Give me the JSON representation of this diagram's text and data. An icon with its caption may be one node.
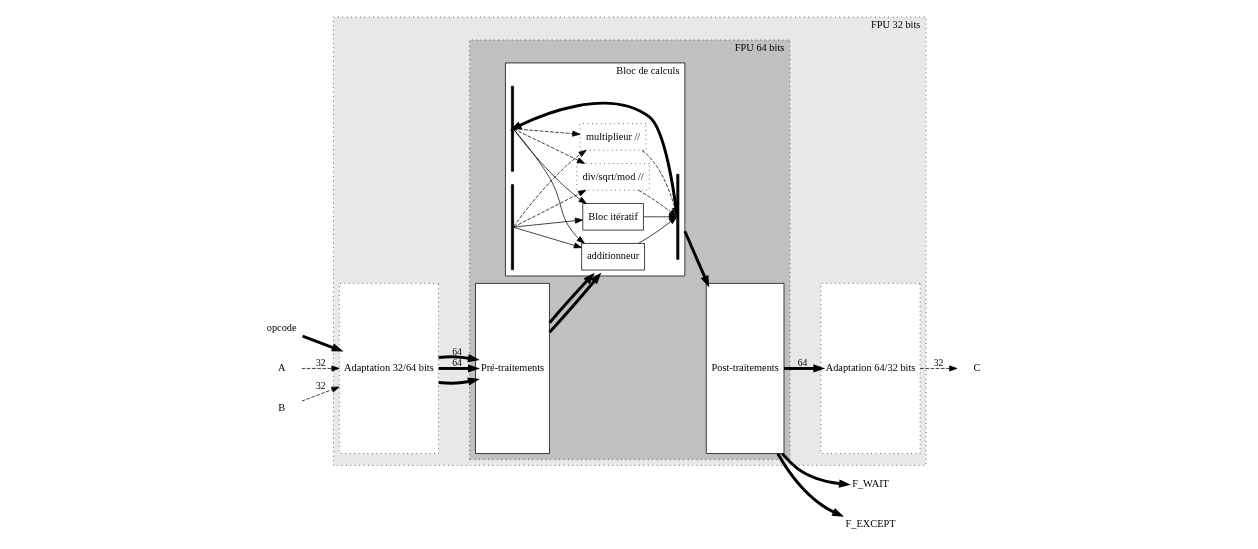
{
  "diagram": {
    "nodes": [
      {
        "text": [
          "FPU 32 bits"
        ]
      },
      {
        "text": [
          "FPU 64 bits"
        ],
        "in": 0
      },
      {
        "text": [
          "opcode"
        ]
      },
      {
        "text": [
          "A"
        ]
      },
      {
        "text": [
          "B"
        ]
      },
      {
        "text": [
          "Adaptation 32/64 bits"
        ],
        "in": 0
      },
      {
        "text": [
          "Pré-traitements"
        ],
        "in": 1
      },
      {
        "text": [
          "Bloc de calculs"
        ],
        "in": 1
      },
      {
        "text": [
          "additionneur"
        ],
        "in": 7
      },
      {
        "text": [
          "Bloc itératif"
        ],
        "in": 7
      },
      {
        "text": [
          "multiplieur //"
        ],
        "in": 7
      },
      {
        "text": [
          "div/sqrt/mod //"
        ],
        "in": 7
      },
      {
        "text": [
          "Post-traitements"
        ],
        "in": 1
      },
      {
        "text": [
          "Adaptation 64/32 bits"
        ],
        "in": 0
      },
      {
        "text": [
          "C"
        ]
      },
      {
        "text": [
          "F_WAIT"
        ]
      },
      {
        "text": [
          "F_EXCEPT"
        ]
      },
      {
        "text": [],
        "shape": "bar",
        "in": 7
      },
      {
        "text": [],
        "shape": "bar",
        "in": 7
      },
      {
        "text": [],
        "shape": "bar",
        "in": 7
      }
    ],
    "edges": [
      {
        "from": 2,
        "to": 5,
        "arrow": "to",
        "style": "thick"
      },
      {
        "from": 3,
        "to": 5,
        "arrow": "to",
        "label": "32",
        "style": "dashed"
      },
      {
        "from": 4,
        "to": 5,
        "arrow": "to",
        "label": "32",
        "style": "dashed"
      },
      {
        "from": 5,
        "to": 6,
        "arrow": "to",
        "style": "thick"
      },
      {
        "from": 5,
        "to": 6,
        "arrow": "to",
        "label": "64",
        "style": "thick"
      },
      {
        "from": 5,
        "to": 6,
        "arrow": "to",
        "label": "64",
        "style": "thick"
      },
      {
        "from": 6,
        "to": 7,
        "arrow": "to",
        "style": "thick"
      },
      {
        "from": 6,
        "to": 7,
        "arrow": "to",
        "style": "thick"
      },
      {
        "from": 17,
        "to": 8,
        "arrow": "to"
      },
      {
        "from": 18,
        "to": 8,
        "arrow": "to"
      },
      {
        "from": 17,
        "to": 9,
        "arrow": "to"
      },
      {
        "from": 18,
        "to": 9,
        "arrow": "to"
      },
      {
        "from": 17,
        "to": 10,
        "arrow": "to",
        "style": "dashed"
      },
      {
        "from": 18,
        "to": 10,
        "arrow": "to",
        "style": "dashed"
      },
      {
        "from": 17,
        "to": 11,
        "arrow": "to",
        "style": "dashed"
      },
      {
        "from": 18,
        "to": 11,
        "arrow": "to",
        "style": "dashed"
      },
      {
        "from": 8,
        "to": 19,
        "arrow": "to"
      },
      {
        "from": 9,
        "to": 19,
        "arrow": "to"
      },
      {
        "from": 10,
        "to": 19,
        "arrow": "to",
        "style": "dashed"
      },
      {
        "from": 11,
        "to": 19,
        "arrow": "to",
        "style": "dashed"
      },
      {
        "from": 7,
        "to": 12,
        "arrow": "to",
        "style": "thick"
      },
      {
        "from": 19,
        "to": 17,
        "arrow": "to",
        "style": "thick"
      },
      {
        "from": 12,
        "to": 13,
        "arrow": "to",
        "label": "64",
        "style": "thick"
      },
      {
        "from": 13,
        "to": 14,
        "arrow": "to",
        "label": "32",
        "style": "dashed"
      },
      {
        "from": 12,
        "to": 15,
        "arrow": "to",
        "style": "thick"
      },
      {
        "from": 12,
        "to": 16,
        "arrow": "to",
        "style": "thick"
      }
    ]
  }
}
